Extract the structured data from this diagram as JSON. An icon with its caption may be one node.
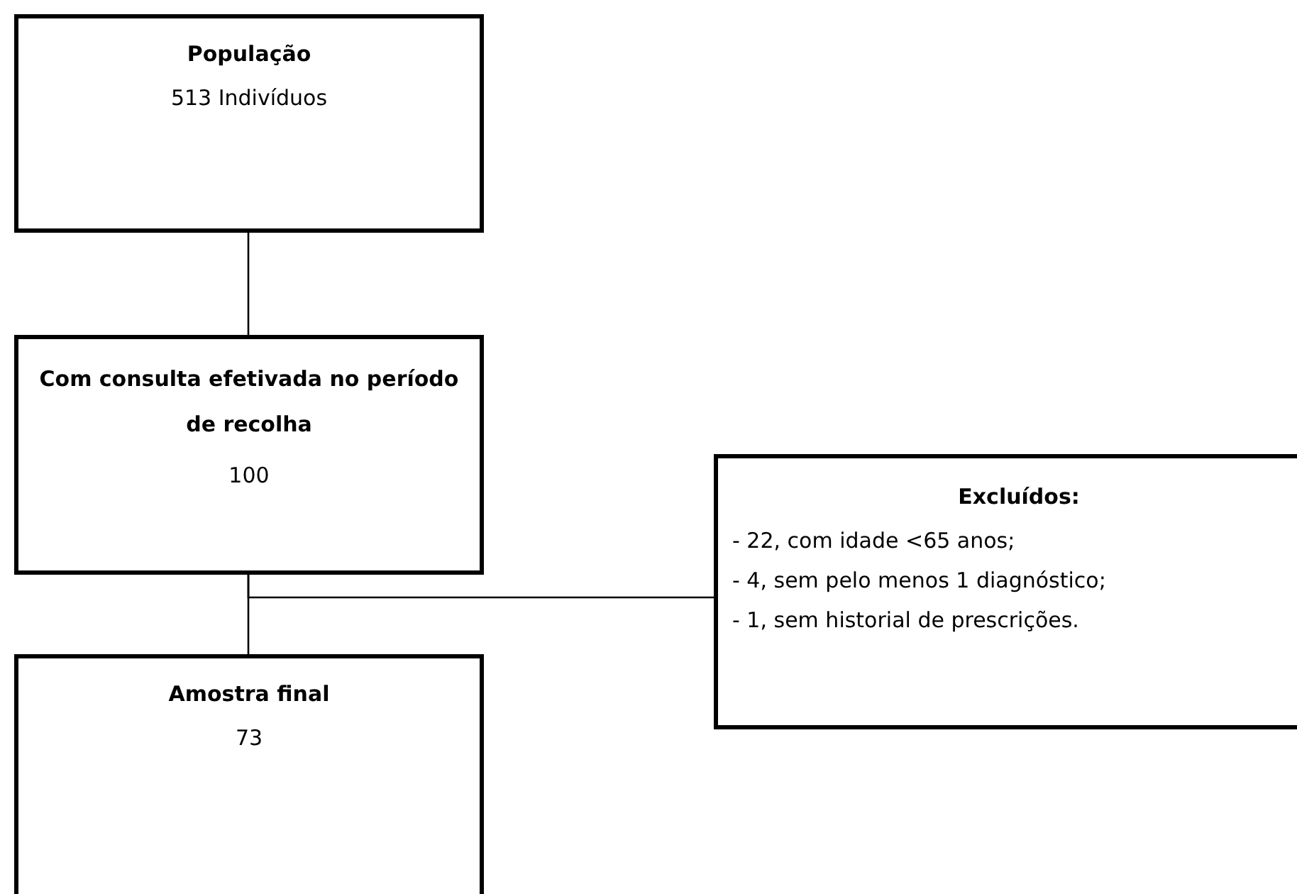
{
  "diagram": {
    "nodes": [
      {
        "text": [
          "População",
          "513 Indivíduos"
        ]
      },
      {
        "text": [
          "Com consulta efetivada no período de recolha",
          "100"
        ]
      },
      {
        "text": [
          "Amostra final",
          "73"
        ]
      },
      {
        "text": [
          "Excluídos:",
          "- 22, com idade <65 anos;",
          "- 4, sem pelo menos 1 diagnóstico;",
          "- 1, sem historial de prescrições."
        ]
      }
    ],
    "edges": [
      {
        "from": 0,
        "to": 1,
        "arrow": "none"
      },
      {
        "from": 1,
        "to": 2,
        "arrow": "none"
      },
      {
        "from": 1,
        "to": 3,
        "arrow": "none"
      }
    ]
  }
}
